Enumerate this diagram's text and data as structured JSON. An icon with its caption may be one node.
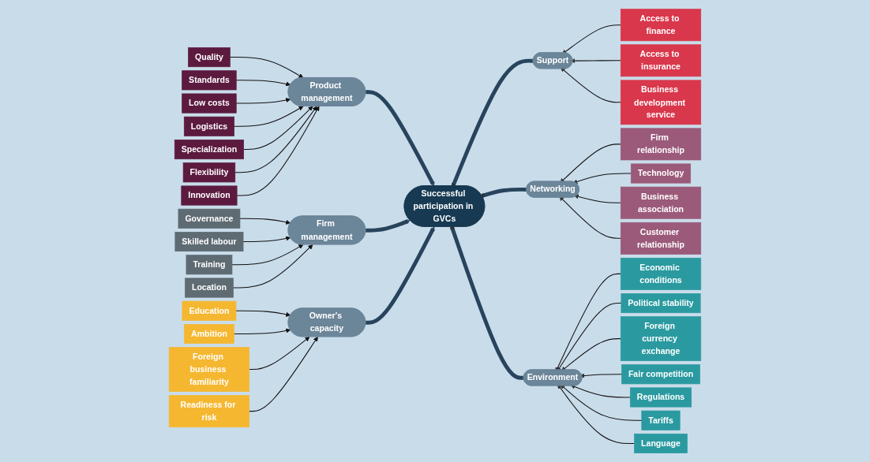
{
  "diagram": {
    "nodes": [
      {
        "text": [
          "Successful participation in GVCs"
        ]
      },
      {
        "text": [
          "Product management"
        ]
      },
      {
        "text": [
          "Firm management"
        ]
      },
      {
        "text": [
          "Support"
        ]
      },
      {
        "text": [
          "Owner's capacity"
        ]
      },
      {
        "text": [
          "Networking"
        ]
      },
      {
        "text": [
          "Environment"
        ]
      },
      {
        "text": [
          "Quality"
        ]
      },
      {
        "text": [
          "Standards"
        ]
      },
      {
        "text": [
          "Low costs"
        ]
      },
      {
        "text": [
          "Logistics"
        ]
      },
      {
        "text": [
          "Specialization"
        ]
      },
      {
        "text": [
          "Flexibility"
        ]
      },
      {
        "text": [
          "Innovation"
        ]
      },
      {
        "text": [
          "Governance"
        ]
      },
      {
        "text": [
          "Skilled labour"
        ]
      },
      {
        "text": [
          "Training"
        ]
      },
      {
        "text": [
          "Location"
        ]
      },
      {
        "text": [
          "Access to finance"
        ]
      },
      {
        "text": [
          "Access to insurance"
        ]
      },
      {
        "text": [
          "Business development service"
        ]
      },
      {
        "text": [
          "Education"
        ]
      },
      {
        "text": [
          "Ambition"
        ]
      },
      {
        "text": [
          "Foreign business familiarity"
        ]
      },
      {
        "text": [
          "Readiness for risk"
        ]
      },
      {
        "text": [
          "Firm relationship"
        ]
      },
      {
        "text": [
          "Technology"
        ]
      },
      {
        "text": [
          "Business association"
        ]
      },
      {
        "text": [
          "Customer relationship"
        ]
      },
      {
        "text": [
          "Economic conditions"
        ]
      },
      {
        "text": [
          "Political stability"
        ]
      },
      {
        "text": [
          "Foreign currency exchange"
        ]
      },
      {
        "text": [
          "Fair competition"
        ]
      },
      {
        "text": [
          "Regulations"
        ]
      },
      {
        "text": [
          "Tariffs"
        ]
      },
      {
        "text": [
          "Language"
        ]
      }
    ],
    "edges": [
      {
        "from": 1,
        "to": 0,
        "arrow": "to",
        "style": "thick"
      },
      {
        "from": 2,
        "to": 0,
        "arrow": "to",
        "style": "thick"
      },
      {
        "from": 3,
        "to": 0,
        "arrow": "to",
        "style": "thick"
      },
      {
        "from": 4,
        "to": 0,
        "arrow": "to",
        "style": "thick"
      },
      {
        "from": 5,
        "to": 0,
        "arrow": "to",
        "style": "thick"
      },
      {
        "from": 6,
        "to": 0,
        "arrow": "to",
        "style": "thick"
      },
      {
        "from": 7,
        "to": 1,
        "arrow": "to"
      },
      {
        "from": 8,
        "to": 1,
        "arrow": "to"
      },
      {
        "from": 9,
        "to": 1,
        "arrow": "to"
      },
      {
        "from": 10,
        "to": 1,
        "arrow": "to"
      },
      {
        "from": 11,
        "to": 1,
        "arrow": "to"
      },
      {
        "from": 12,
        "to": 1,
        "arrow": "to"
      },
      {
        "from": 13,
        "to": 1,
        "arrow": "to"
      },
      {
        "from": 14,
        "to": 2,
        "arrow": "to"
      },
      {
        "from": 15,
        "to": 2,
        "arrow": "to"
      },
      {
        "from": 16,
        "to": 2,
        "arrow": "to"
      },
      {
        "from": 17,
        "to": 2,
        "arrow": "to"
      },
      {
        "from": 18,
        "to": 3,
        "arrow": "to"
      },
      {
        "from": 19,
        "to": 3,
        "arrow": "to"
      },
      {
        "from": 20,
        "to": 3,
        "arrow": "to"
      },
      {
        "from": 21,
        "to": 4,
        "arrow": "to"
      },
      {
        "from": 22,
        "to": 4,
        "arrow": "to"
      },
      {
        "from": 23,
        "to": 4,
        "arrow": "to"
      },
      {
        "from": 24,
        "to": 4,
        "arrow": "to"
      },
      {
        "from": 25,
        "to": 5,
        "arrow": "to"
      },
      {
        "from": 26,
        "to": 5,
        "arrow": "to"
      },
      {
        "from": 27,
        "to": 5,
        "arrow": "to"
      },
      {
        "from": 28,
        "to": 5,
        "arrow": "to"
      },
      {
        "from": 29,
        "to": 6,
        "arrow": "to"
      },
      {
        "from": 30,
        "to": 6,
        "arrow": "to"
      },
      {
        "from": 31,
        "to": 6,
        "arrow": "to"
      },
      {
        "from": 32,
        "to": 6,
        "arrow": "to"
      },
      {
        "from": 33,
        "to": 6,
        "arrow": "to"
      },
      {
        "from": 34,
        "to": 6,
        "arrow": "to"
      },
      {
        "from": 35,
        "to": 6,
        "arrow": "to"
      }
    ]
  }
}
